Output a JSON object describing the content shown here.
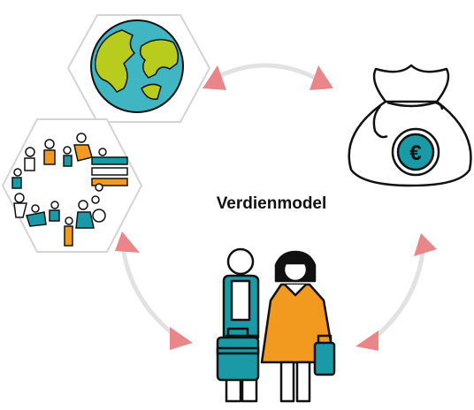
{
  "diagram": {
    "title": "Verdienmodel",
    "nodes": [
      {
        "id": "world",
        "icon": "globe-icon"
      },
      {
        "id": "money",
        "icon": "money-bag-icon",
        "symbol": "€"
      },
      {
        "id": "people",
        "icon": "diverse-people-icon"
      },
      {
        "id": "customers",
        "icon": "customers-icon"
      }
    ],
    "colors": {
      "arrow": "#e8868a",
      "connector": "#e2e2e2",
      "teal": "#1a9aa6",
      "orange": "#f29a1f",
      "ocean": "#3fb6c2",
      "land": "#b8cc1e",
      "outline": "#111111",
      "hex_border": "#d4d4d4"
    }
  }
}
